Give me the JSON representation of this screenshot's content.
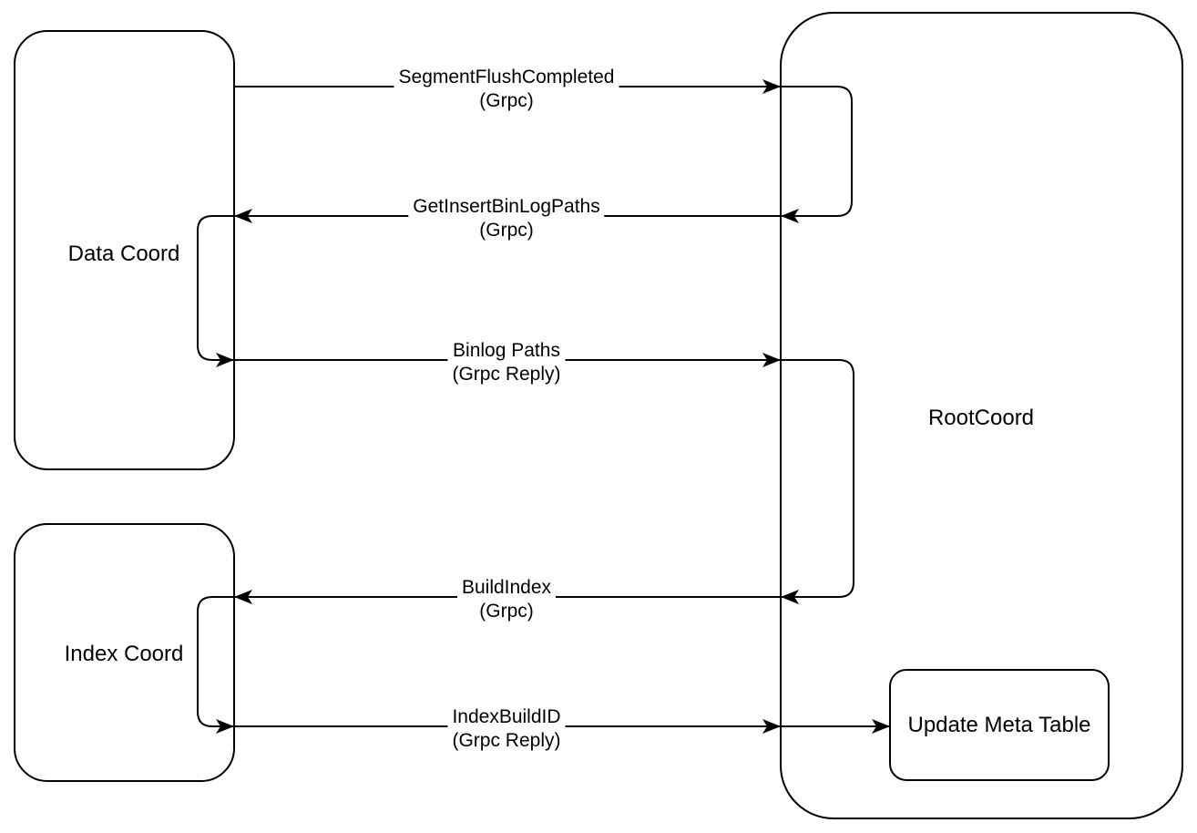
{
  "canvas": {
    "background": "#ffffff",
    "stroke_color": "#000000",
    "text_color": "#000000"
  },
  "nodes": [
    {
      "id": "data-coord",
      "label": "Data Coord"
    },
    {
      "id": "index-coord",
      "label": "Index Coord"
    },
    {
      "id": "root-coord",
      "label": "RootCoord"
    },
    {
      "id": "update-meta-table",
      "label": "Update Meta Table"
    }
  ],
  "edges": [
    {
      "id": "segment-flush-completed",
      "from": "data-coord",
      "to": "root-coord",
      "direction": "right",
      "label": [
        "SegmentFlushCompleted",
        "(Grpc)"
      ]
    },
    {
      "id": "get-insert-bin-log-paths",
      "from": "root-coord",
      "to": "data-coord",
      "direction": "left",
      "label": [
        "GetInsertBinLogPaths",
        "(Grpc)"
      ]
    },
    {
      "id": "binlog-paths",
      "from": "data-coord",
      "to": "root-coord",
      "direction": "right",
      "label": [
        "Binlog Paths",
        "(Grpc Reply)"
      ]
    },
    {
      "id": "build-index",
      "from": "root-coord",
      "to": "index-coord",
      "direction": "left",
      "label": [
        "BuildIndex",
        "(Grpc)"
      ]
    },
    {
      "id": "index-build-id",
      "from": "index-coord",
      "to": "update-meta-table",
      "direction": "right",
      "label": [
        "IndexBuildID",
        "(Grpc Reply)"
      ]
    }
  ]
}
